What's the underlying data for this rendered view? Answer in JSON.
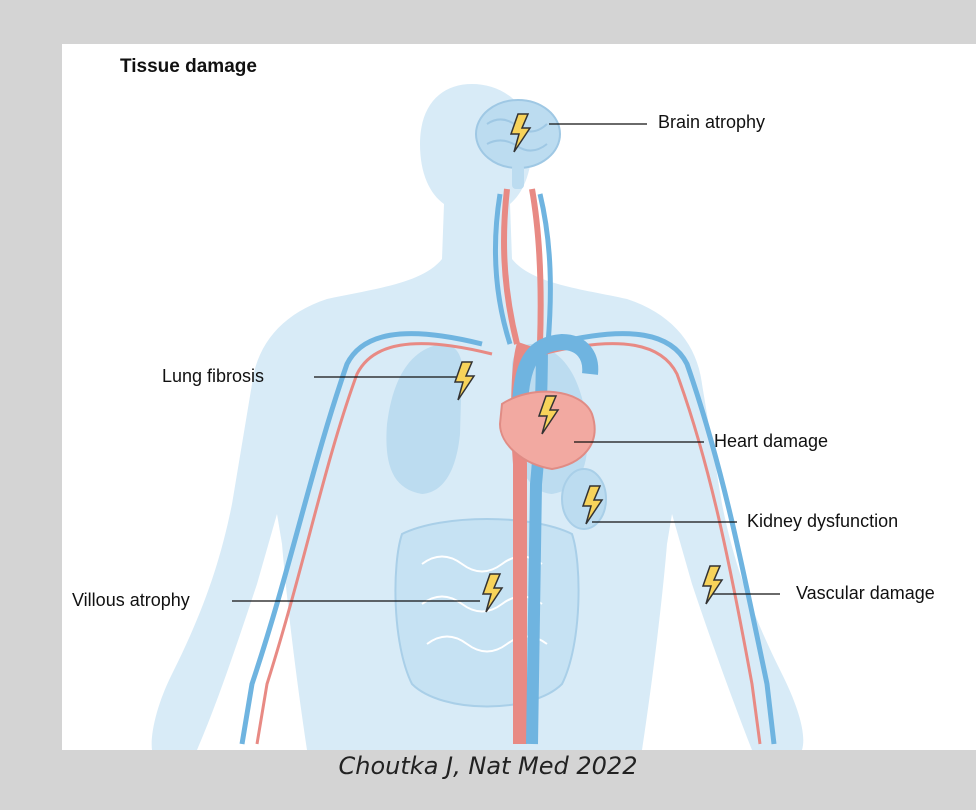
{
  "figure": {
    "title": "Tissue damage",
    "labels": {
      "brain": "Brain atrophy",
      "lung": "Lung fibrosis",
      "heart": "Heart damage",
      "kidney": "Kidney dysfunction",
      "villous": "Villous atrophy",
      "vascular": "Vascular damage"
    },
    "colors": {
      "body": "#d8ebf7",
      "organ": "#bcdcf0",
      "heart": "#f2a9a1",
      "artery": "#e88a84",
      "vein": "#6fb4e0",
      "bolt": "#f7d35a"
    }
  },
  "caption": "Choutka J, Nat Med 2022"
}
